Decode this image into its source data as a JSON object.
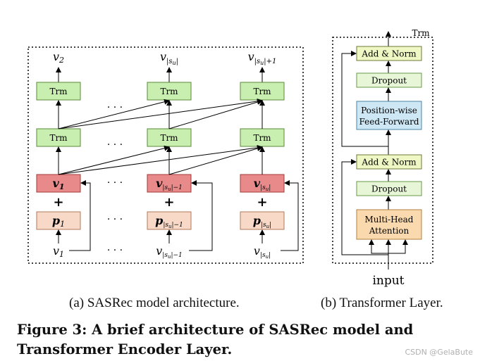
{
  "colors": {
    "trm_fill": "#c9efb0",
    "trm_stroke": "#5a8a3a",
    "v_fill": "#e98a8a",
    "v_stroke": "#a23b3b",
    "p_fill": "#f8d8c6",
    "p_stroke": "#b07a5e",
    "add_norm_fill": "#eff7c4",
    "dropout_fill": "#e8f6d8",
    "ffn_fill": "#cde7f5",
    "attn_fill": "#f9d9ad"
  },
  "left": {
    "trm_label": "Trm",
    "plus": "+",
    "ellipsis": "· · ·",
    "outputs": [
      "v2",
      "v|su|",
      "v|su|+1"
    ],
    "emb": [
      "v1",
      "v|su|−1",
      "v|su|"
    ],
    "pos": [
      "p1",
      "p|su|−1",
      "p|su|"
    ],
    "inputs": [
      "v1",
      "v|su|−1",
      "v|su|"
    ]
  },
  "right": {
    "title": "Trm",
    "add_norm": "Add & Norm",
    "dropout": "Dropout",
    "ffn_line1": "Position-wise",
    "ffn_line2": "Feed-Forward",
    "attn_line1": "Multi-Head",
    "attn_line2": "Attention",
    "input_label": "input"
  },
  "captions": {
    "a": "(a) SASRec model architecture.",
    "b": "(b) Transformer Layer.",
    "figure": "Figure 3: A brief architecture of SASRec model and Transformer Encoder Layer."
  },
  "watermark": "CSDN @GelaBute"
}
